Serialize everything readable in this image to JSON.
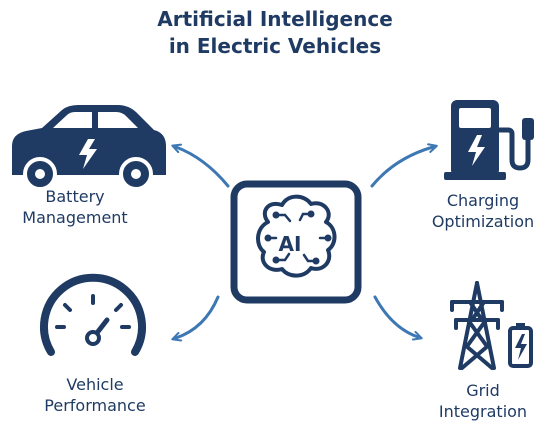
{
  "title": {
    "line1": "Artificial Intelligence",
    "line2": "in Electric Vehicles"
  },
  "center": {
    "text": "AI",
    "icon": "ai-brain-chip-icon"
  },
  "nodes": [
    {
      "id": "battery",
      "icon": "electric-car-icon",
      "line1": "Battery",
      "line2": "Management"
    },
    {
      "id": "charging",
      "icon": "charging-station-icon",
      "line1": "Charging",
      "line2": "Optimization"
    },
    {
      "id": "performance",
      "icon": "speedometer-icon",
      "line1": "Vehicle",
      "line2": "Performance"
    },
    {
      "id": "grid",
      "icon": "power-tower-battery-icon",
      "line1": "Grid",
      "line2": "Integration"
    }
  ],
  "colors": {
    "navy": "#1f3b63",
    "arrow_blue": "#3e78b4",
    "background": "#ffffff"
  }
}
